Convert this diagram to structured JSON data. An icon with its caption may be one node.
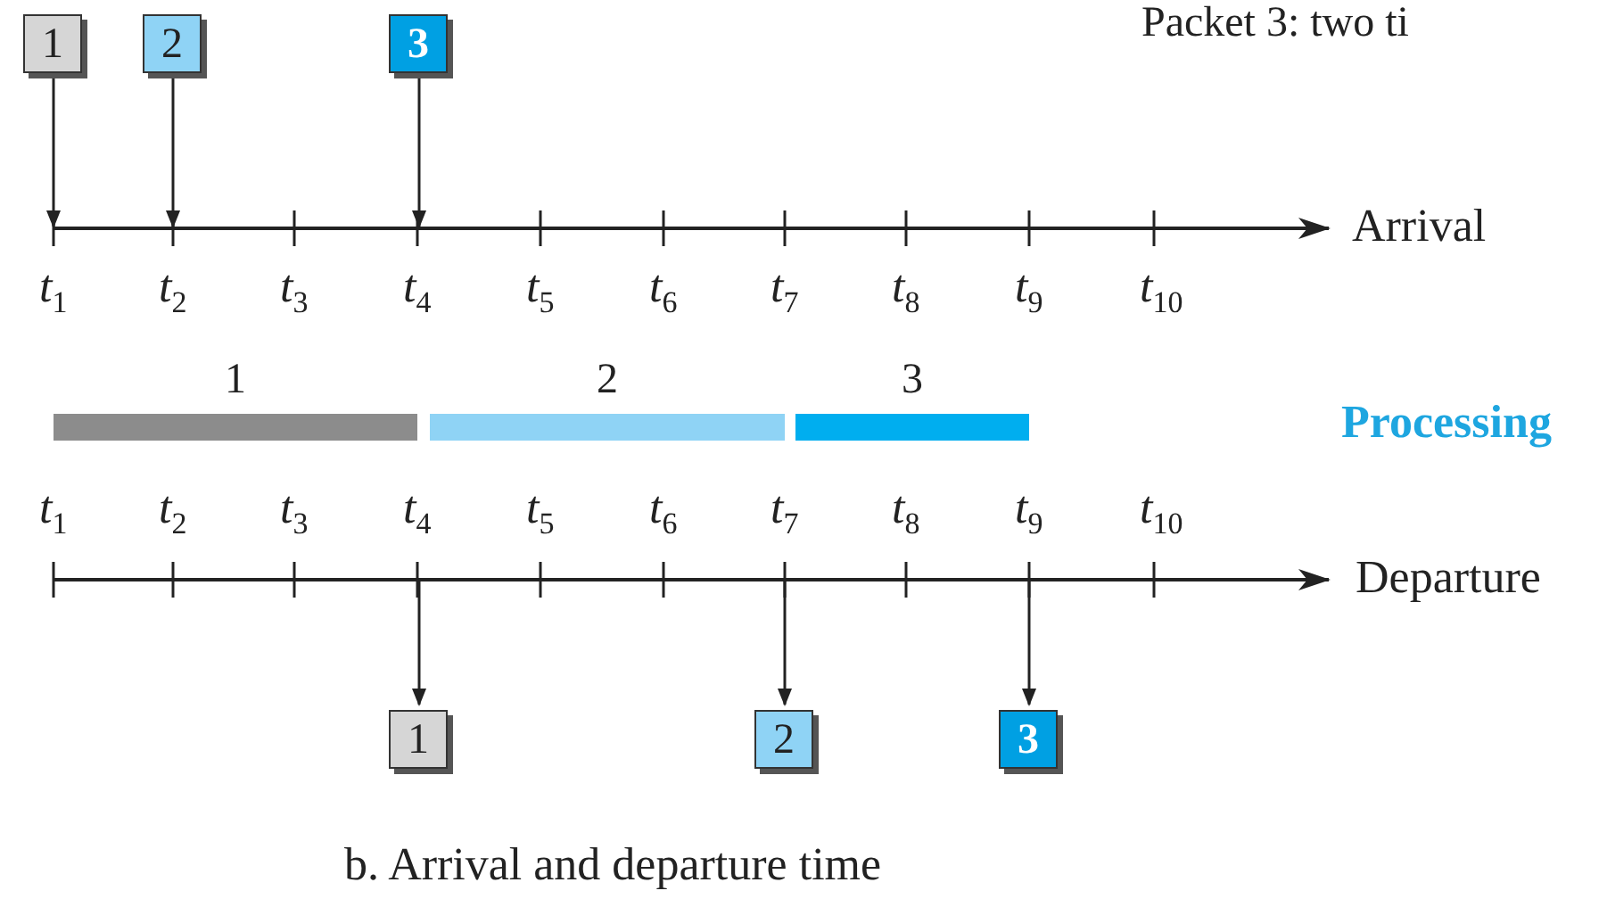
{
  "diagram": {
    "caption": "b. Arrival and departure time",
    "nodes": [
      {
        "text": [
          "1"
        ]
      },
      {
        "text": [
          "2"
        ]
      },
      {
        "text": [
          "3"
        ]
      },
      {
        "text": [
          "1"
        ]
      },
      {
        "text": [
          "2"
        ]
      },
      {
        "text": [
          "3"
        ]
      },
      {
        "text": [
          "1"
        ]
      },
      {
        "text": [
          "2"
        ]
      },
      {
        "text": [
          "3"
        ]
      },
      {
        "text": [],
        "shape": "line"
      },
      {
        "text": [],
        "shape": "line"
      }
    ],
    "edges": [
      {
        "from": 0,
        "to": 9,
        "arrow": "to"
      },
      {
        "from": 1,
        "to": 9,
        "arrow": "to"
      },
      {
        "from": 2,
        "to": 9,
        "arrow": "to"
      },
      {
        "from": 10,
        "to": 6,
        "arrow": "to"
      },
      {
        "from": 10,
        "to": 7,
        "arrow": "to"
      },
      {
        "from": 10,
        "to": 8,
        "arrow": "to"
      }
    ],
    "labels": [
      "Packet 3: two ti",
      "t$_{1}$",
      "t$_{2}$",
      "t$_{3}$",
      "t$_{4}$",
      "t$_{5}$",
      "t$_{6}$",
      "t$_{7}$",
      "t$_{8}$",
      "t$_{9}$",
      "t$_{10}$",
      "Arrival",
      "Processing",
      "t$_{1}$",
      "t$_{2}$",
      "t$_{3}$",
      "t$_{4}$",
      "t$_{5}$",
      "t$_{6}$",
      "t$_{7}$",
      "t$_{8}$",
      "t$_{9}$",
      "t$_{10}$",
      "Departure"
    ]
  }
}
